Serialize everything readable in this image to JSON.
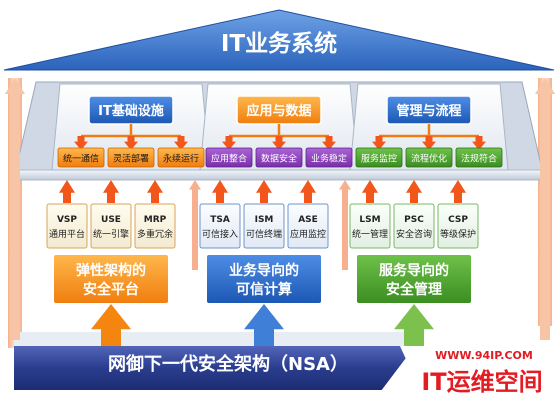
{
  "title": "IT业务系统",
  "footer": "网御下一代安全架构（NSA）",
  "watermark": {
    "url": "WWW.94IP.COM",
    "brand": "IT运维空间"
  },
  "colors": {
    "blue": "#1f67c8",
    "orange": "#ee7d12",
    "purple": "#8a3cb8",
    "green": "#47a12a",
    "arrow": "#f2561b",
    "roof": "#3a7ad0",
    "bar": "#2a3d8e",
    "wm_red": "#e31b23"
  },
  "top_groups": [
    {
      "title": "IT基础设施",
      "items": [
        "统一通信",
        "灵活部署",
        "永续运行"
      ]
    },
    {
      "title": "应用与数据",
      "items": [
        "应用整合",
        "数据安全",
        "业务稳定"
      ]
    },
    {
      "title": "管理与流程",
      "items": [
        "服务监控",
        "流程优化",
        "法规符合"
      ]
    }
  ],
  "bottom_groups": [
    {
      "title_lines": [
        "弹性架构的",
        "安全平台"
      ],
      "cards": [
        {
          "code": "VSP",
          "label": "通用平台"
        },
        {
          "code": "USE",
          "label": "统一引擎"
        },
        {
          "code": "MRP",
          "label": "多重冗余"
        }
      ]
    },
    {
      "title_lines": [
        "业务导向的",
        "可信计算"
      ],
      "cards": [
        {
          "code": "TSA",
          "label": "可信接入"
        },
        {
          "code": "ISM",
          "label": "可信终端"
        },
        {
          "code": "ASE",
          "label": "应用监控"
        }
      ]
    },
    {
      "title_lines": [
        "服务导向的",
        "安全管理"
      ],
      "cards": [
        {
          "code": "LSM",
          "label": "统一管理"
        },
        {
          "code": "PSC",
          "label": "安全咨询"
        },
        {
          "code": "CSP",
          "label": "等级保护"
        }
      ]
    }
  ]
}
